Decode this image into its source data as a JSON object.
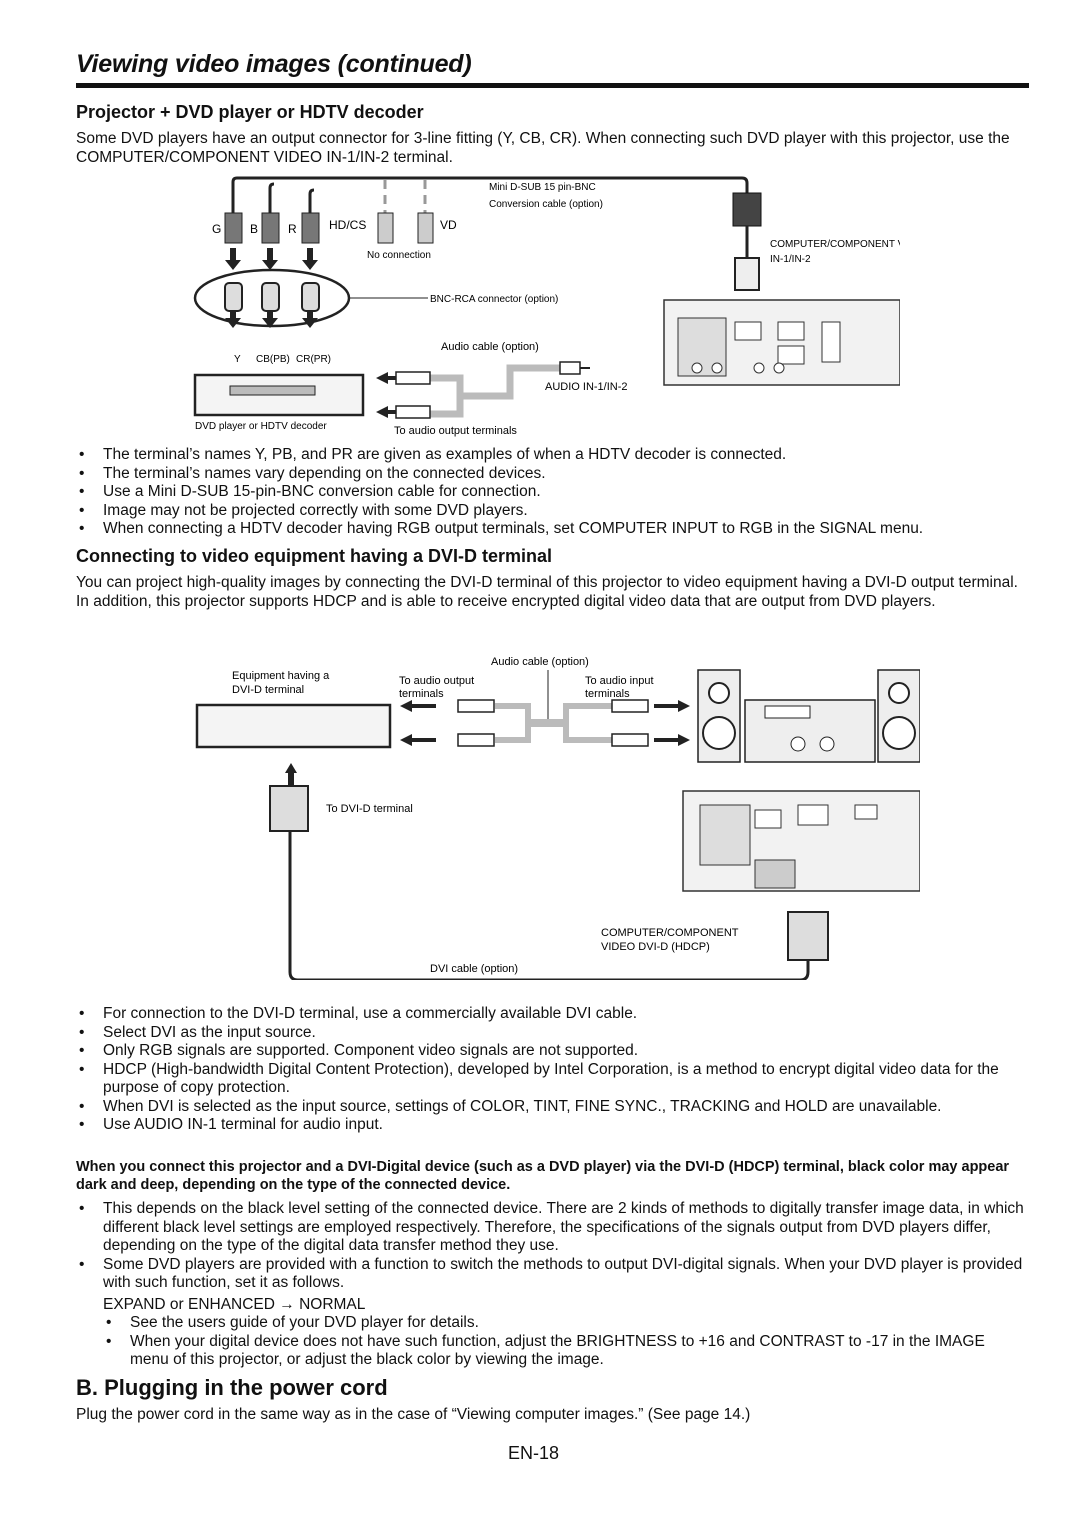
{
  "header": {
    "title": "Viewing video images (continued)"
  },
  "section1": {
    "heading": "Projector + DVD player or HDTV decoder",
    "intro": "Some DVD players have an output connector for 3-line fitting (Y, CB, CR). When connecting such DVD player with this projector, use the COMPUTER/COMPONENT VIDEO IN-1/IN-2 terminal.",
    "diagram": {
      "cable_label_1": "Mini D-SUB 15 pin-BNC",
      "cable_label_2": "Conversion cable (option)",
      "g": "G",
      "b": "B",
      "r": "R",
      "hdcs": "HD/CS",
      "vd": "VD",
      "no_connection": "No connection",
      "computer_video_1": "COMPUTER/COMPONENT VIDEO",
      "computer_video_2": "IN-1/IN-2",
      "bnc_rca": "BNC-RCA connector (option)",
      "audio_cable": "Audio cable (option)",
      "y": "Y",
      "cb": "CB(PB)",
      "cr": "CR(PR)",
      "audio_in": "AUDIO IN-1/IN-2",
      "dvd_player": "DVD player or HDTV decoder",
      "to_audio_output": "To audio output terminals"
    },
    "bullets": [
      "The terminal’s names Y, PB, and PR are given as examples of when a HDTV decoder is connected.",
      "The terminal’s names vary depending on the connected devices.",
      "Use a Mini D-SUB 15-pin-BNC conversion cable for connection.",
      "Image may not be projected correctly with some DVD players.",
      "When connecting a HDTV decoder having RGB output terminals, set COMPUTER INPUT to RGB in the SIGNAL menu."
    ]
  },
  "section2": {
    "heading": "Connecting to video equipment having a DVI-D terminal",
    "intro": "You can project high-quality images by connecting the DVI-D terminal of this projector to video equipment having a DVI-D output terminal. In addition, this projector supports HDCP and is able to receive encrypted digital video data that are output from DVD players.",
    "diagram": {
      "audio_cable": "Audio cable (option)",
      "equipment_1": "Equipment having a",
      "equipment_2": "DVI-D terminal",
      "to_audio_output_1": "To audio output",
      "to_audio_output_2": "terminals",
      "to_audio_input_1": "To audio input",
      "to_audio_input_2": "terminals",
      "to_dvi": "To DVI-D terminal",
      "computer_component_1": "COMPUTER/COMPONENT",
      "computer_component_2": "VIDEO DVI-D (HDCP)",
      "dvi_cable": "DVI cable (option)"
    },
    "bullets": [
      "For connection to the DVI-D terminal, use a commercially available DVI cable.",
      "Select DVI as the input source.",
      "Only RGB signals are supported. Component video signals are not supported.",
      "HDCP (High-bandwidth Digital Content Protection), developed by Intel Corporation, is a method to encrypt digital video data for the purpose of copy protection.",
      "When DVI is selected as the input source, settings of COLOR, TINT, FINE SYNC., TRACKING and HOLD are unavailable.",
      "Use AUDIO IN-1 terminal for audio input."
    ],
    "bold_note": "When you connect this projector and a DVI-Digital device (such as a DVD player) via the DVI-D (HDCP) terminal, black color may appear dark and deep, depending on the type of the connected device.",
    "bullets2": [
      "This depends on the black level setting of the connected device. There are 2 kinds of methods to digitally transfer image data, in which different black level settings are employed respectively. Therefore, the specifications of the signals output from DVD players differ, depending on the type of the digital data transfer method they use.",
      "Some DVD players are provided with a function to switch the methods to output DVI-digital signals. When your DVD player is provided with such function, set it as follows."
    ],
    "expand_line": "EXPAND or ENHANCED → NORMAL",
    "sub_bullets": [
      "See the users guide of your DVD player for details.",
      "When your digital device does not have such function, adjust the BRIGHTNESS to +16 and CONTRAST to -17 in the IMAGE menu of this projector, or adjust the black color by viewing the image."
    ]
  },
  "sectionB": {
    "heading": "B. Plugging in the power cord",
    "text": "Plug the power cord in the same way as in the case of “Viewing computer images.” (See page 14.)"
  },
  "footer": {
    "page_number": "EN-18"
  }
}
